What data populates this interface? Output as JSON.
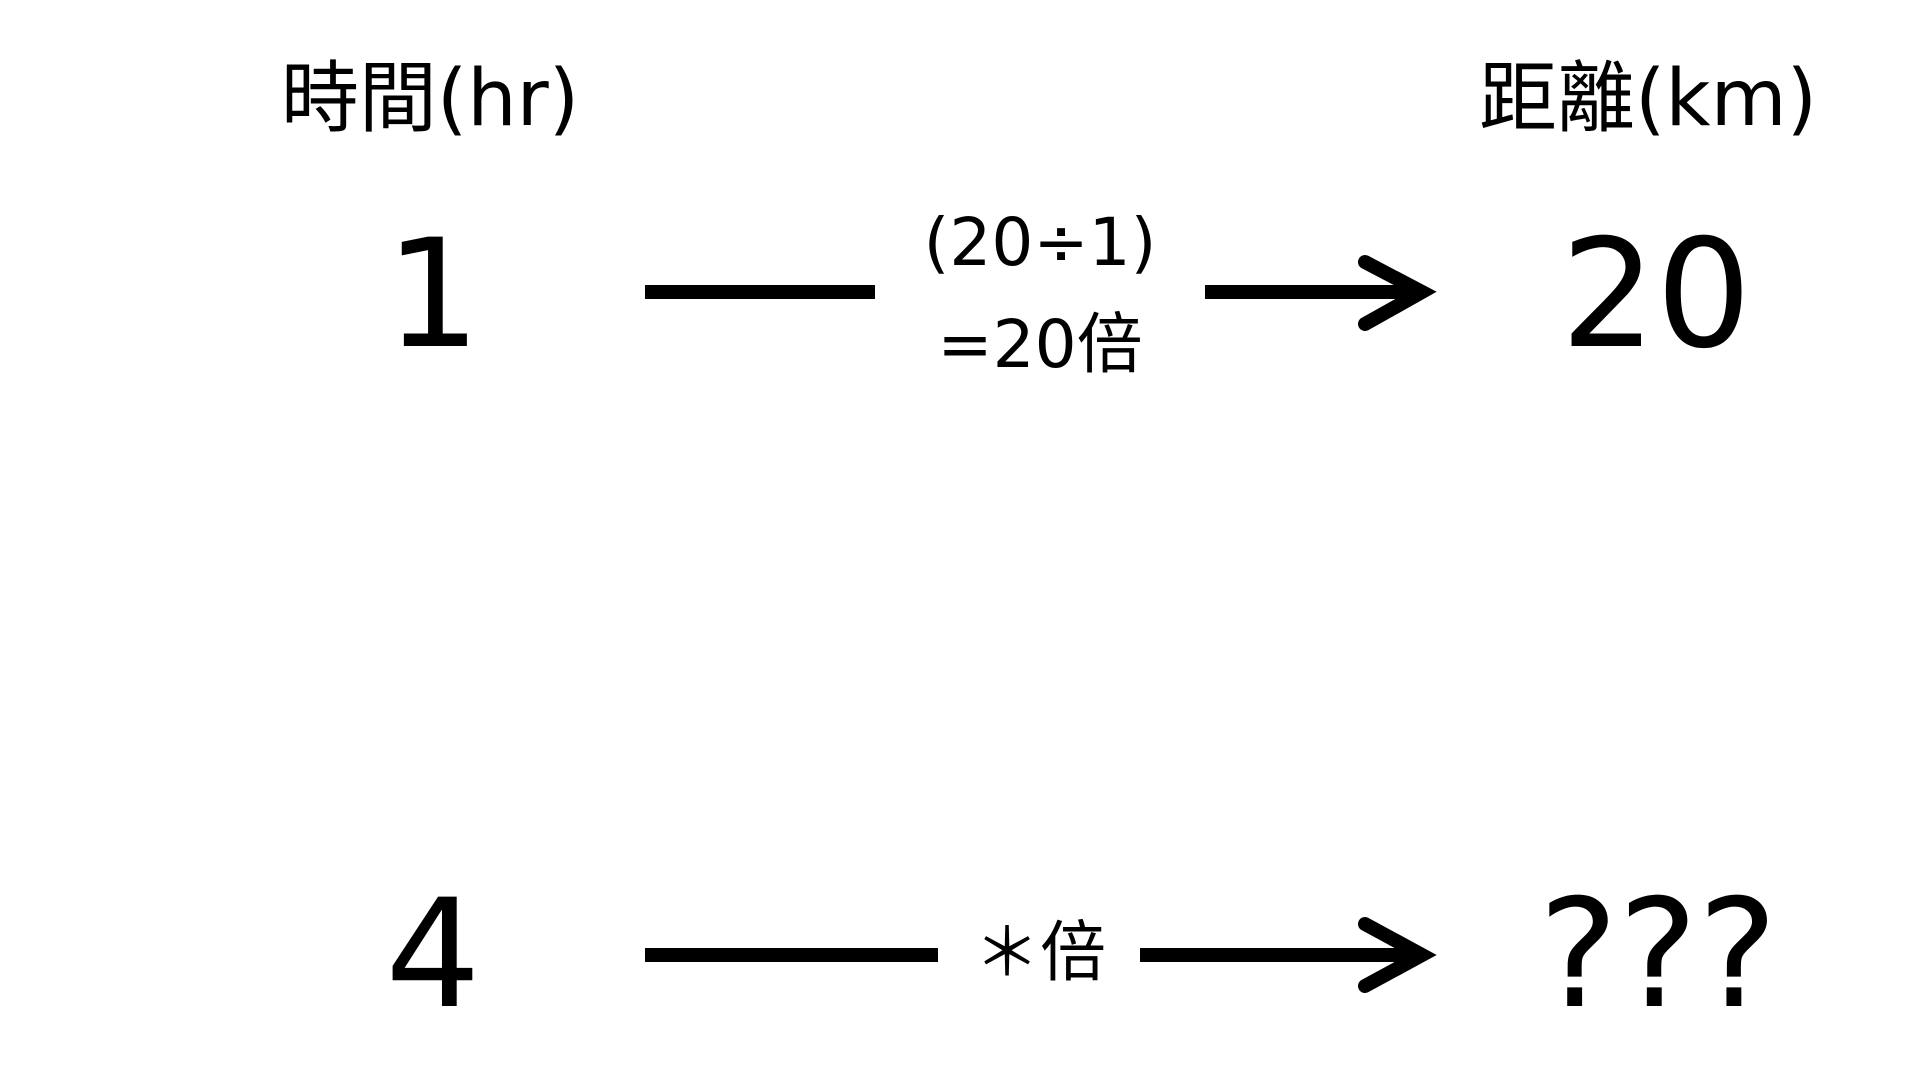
{
  "headers": {
    "time": "時間(hr)",
    "distance": "距離(km)"
  },
  "row1": {
    "time_value": "1",
    "distance_value": "20",
    "label_line1": "(20÷1)",
    "label_line2": "=20倍"
  },
  "row2": {
    "time_value": "4",
    "distance_value": "???",
    "label": "＊倍"
  },
  "colors": {
    "foreground": "#000000",
    "background": "#ffffff"
  }
}
